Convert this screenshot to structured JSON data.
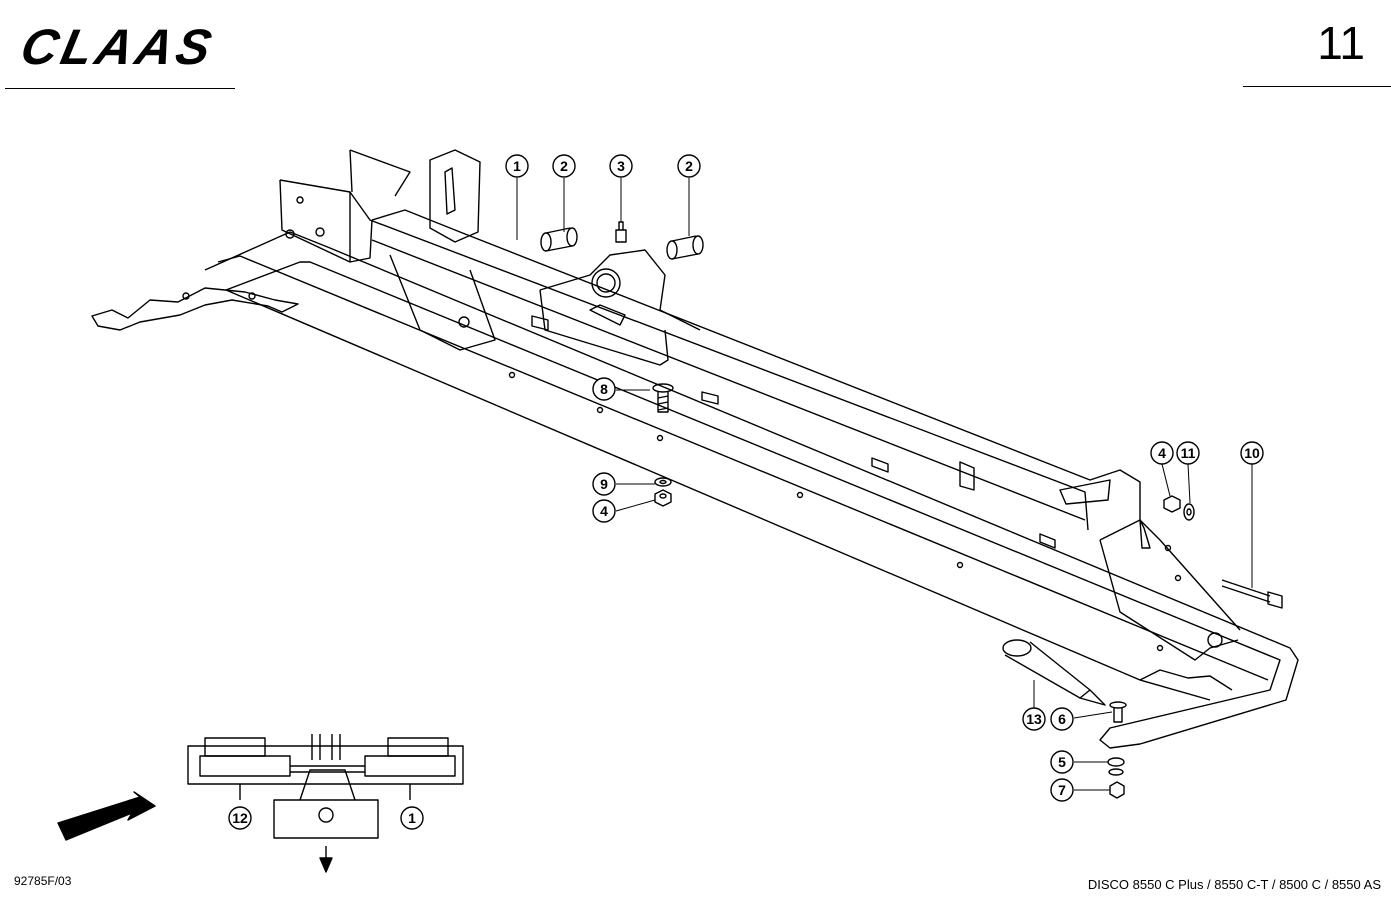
{
  "header": {
    "brand": "CLAAS",
    "page_number": "11"
  },
  "footer": {
    "drawing_id": "92785F/03",
    "models": "DISCO 8550 C Plus / 8550 C-T / 8500 C / 8550 AS"
  },
  "callouts": [
    "1",
    "2",
    "3",
    "2",
    "8",
    "9",
    "4",
    "4",
    "11",
    "10",
    "13",
    "6",
    "5",
    "7",
    "12",
    "1"
  ],
  "colors": {
    "ink": "#000000",
    "paper": "#ffffff"
  }
}
